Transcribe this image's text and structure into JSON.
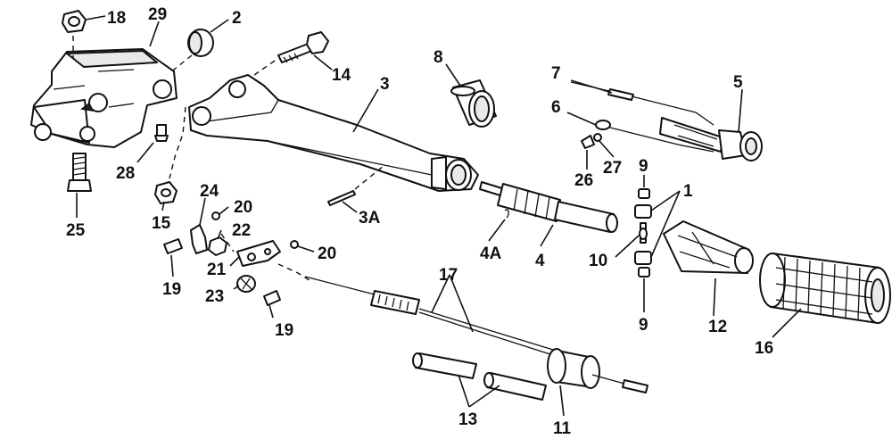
{
  "callouts": {
    "c1": "1",
    "c2": "2",
    "c3": "3",
    "c3a": "3A",
    "c4": "4",
    "c4a": "4A",
    "c5": "5",
    "c6": "6",
    "c7": "7",
    "c8": "8",
    "c9a": "9",
    "c9b": "9",
    "c10": "10",
    "c11": "11",
    "c12": "12",
    "c13": "13",
    "c14": "14",
    "c15": "15",
    "c16": "16",
    "c17": "17",
    "c18": "18",
    "c19a": "19",
    "c19b": "19",
    "c20a": "20",
    "c20b": "20",
    "c21": "21",
    "c22": "22",
    "c23": "23",
    "c24": "24",
    "c25": "25",
    "c26": "26",
    "c27": "27",
    "c28": "28",
    "c29": "29"
  }
}
